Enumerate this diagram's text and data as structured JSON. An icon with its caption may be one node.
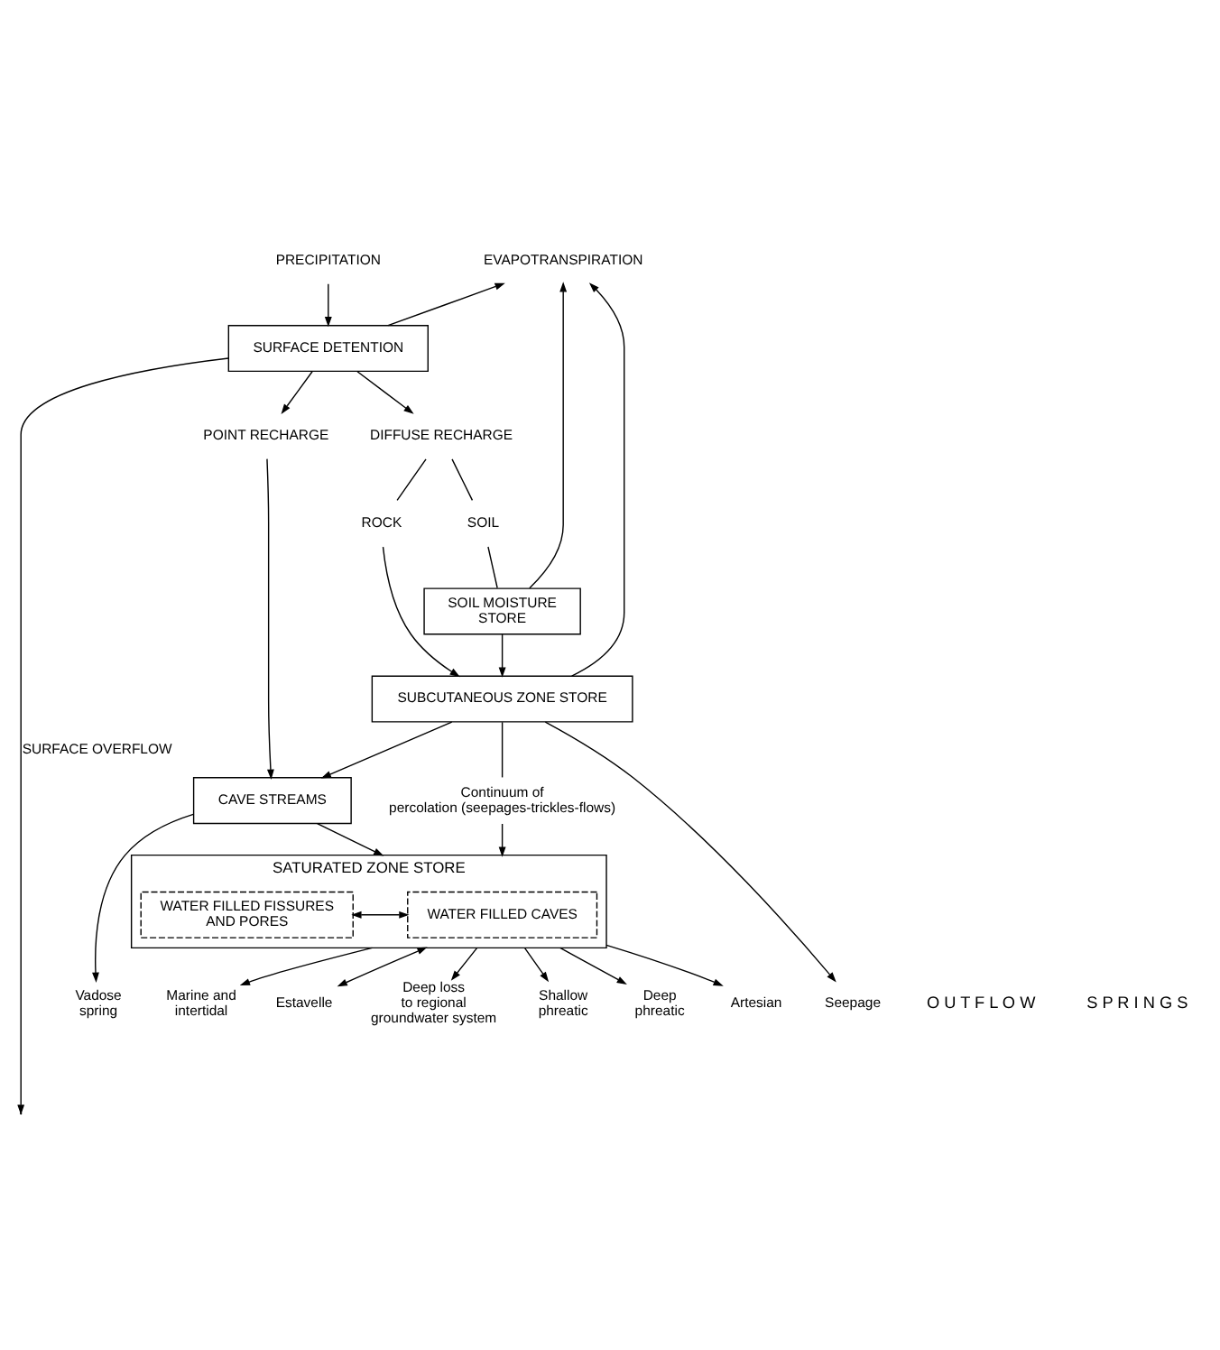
{
  "diagram": {
    "nodes": [
      {
        "text": [
          "PRECIPITATION"
        ]
      },
      {
        "text": [
          "EVAPOTRANSPIRATION"
        ]
      },
      {
        "text": [
          "SURFACE DETENTION"
        ]
      },
      {
        "text": [
          "POINT RECHARGE"
        ]
      },
      {
        "text": [
          "DIFFUSE RECHARGE"
        ]
      },
      {
        "text": [
          "ROCK"
        ]
      },
      {
        "text": [
          "SOIL"
        ]
      },
      {
        "text": [
          "SOIL MOISTURE STORE"
        ]
      },
      {
        "text": [
          "CAVE STREAMS"
        ]
      },
      {
        "text": [
          "SUBCUTANEOUS ZONE STORE"
        ]
      },
      {
        "text": [
          "Continuum of percolation (seepages-trickles-flows)"
        ]
      },
      {
        "text": [
          "SATURATED ZONE STORE"
        ]
      },
      {
        "text": [
          "WATER FILLED CAVES"
        ],
        "in": 11
      },
      {
        "text": [
          "WATER FILLED FISSURES AND PORES"
        ],
        "in": 11
      },
      {
        "text": [
          "Vadose spring"
        ]
      },
      {
        "text": [
          "Shallow phreatic"
        ]
      },
      {
        "text": [
          "Deep phreatic"
        ]
      },
      {
        "text": [
          "Artesian"
        ]
      },
      {
        "text": [
          "Marine and intertidal"
        ]
      },
      {
        "text": [
          "Estavelle"
        ]
      },
      {
        "text": [
          "Seepage"
        ]
      },
      {
        "text": [
          "Deep loss to regional groundwater system"
        ]
      }
    ],
    "edges": [
      {
        "from": 0,
        "to": 2,
        "arrow": "to"
      },
      {
        "from": 2,
        "to": 1,
        "arrow": "to"
      },
      {
        "from": 7,
        "to": 1,
        "arrow": "to"
      },
      {
        "from": 9,
        "to": 1,
        "arrow": "to"
      },
      {
        "from": 2,
        "to": null,
        "arrow": "to",
        "label": "SURFACE OVERFLOW"
      },
      {
        "from": 2,
        "to": 3,
        "arrow": "to"
      },
      {
        "from": 2,
        "to": 4,
        "arrow": "to"
      },
      {
        "from": 4,
        "to": 5,
        "arrow": "none"
      },
      {
        "from": 4,
        "to": 6,
        "arrow": "none"
      },
      {
        "from": 3,
        "to": 8,
        "arrow": "to"
      },
      {
        "from": 5,
        "to": 9,
        "arrow": "to"
      },
      {
        "from": 6,
        "to": 7,
        "arrow": "none"
      },
      {
        "from": 7,
        "to": 9,
        "arrow": "to"
      },
      {
        "from": 9,
        "to": 8,
        "arrow": "to"
      },
      {
        "from": 9,
        "to": 10,
        "arrow": "none"
      },
      {
        "from": 10,
        "to": 11,
        "arrow": "to"
      },
      {
        "from": 8,
        "to": 11,
        "arrow": "to"
      },
      {
        "from": 8,
        "to": 14,
        "arrow": "to"
      },
      {
        "from": 12,
        "to": 13,
        "arrow": "both"
      },
      {
        "from": 11,
        "to": 15,
        "arrow": "to"
      },
      {
        "from": 11,
        "to": 16,
        "arrow": "to"
      },
      {
        "from": 11,
        "to": 17,
        "arrow": "to"
      },
      {
        "from": 11,
        "to": 18,
        "arrow": "to"
      },
      {
        "from": 11,
        "to": 19,
        "arrow": "both"
      },
      {
        "from": 9,
        "to": 20,
        "arrow": "to"
      },
      {
        "from": 11,
        "to": 21,
        "arrow": "to"
      }
    ],
    "labels": [
      "O U T F L O W",
      "S P R I N G S"
    ]
  }
}
